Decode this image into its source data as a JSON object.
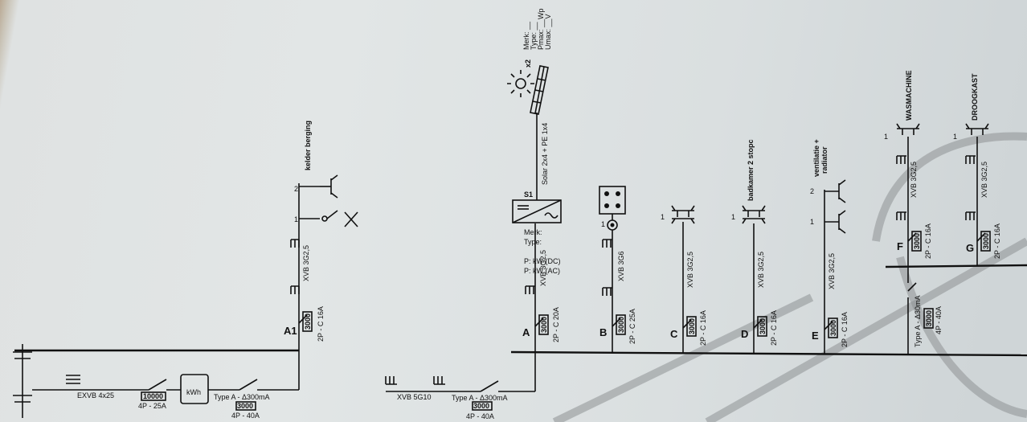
{
  "main_feed": {
    "cable": "EXVB 4x25",
    "main_breaker_rating": "10000",
    "main_breaker_spec": "4P - 25A",
    "meter_label": "kWh",
    "rcd_type": "Type A - Δ300mA",
    "rcd_rating": "3000",
    "rcd_spec": "4P - 40A"
  },
  "group_a1": {
    "letter": "A1",
    "breaker_rating": "3000",
    "breaker_spec": "2P - C 16A",
    "cable": "XVB 3G2,5",
    "point_1": "1",
    "point_2": "2",
    "room": "kelder berging"
  },
  "secondary_feed": {
    "cable": "XVB 5G10",
    "rcd_type": "Type A - Δ300mA",
    "rcd_rating": "3000",
    "rcd_spec": "4P - 40A"
  },
  "group_a": {
    "letter": "A",
    "breaker_rating": "3000",
    "breaker_spec": "2P - C 20A",
    "cable": "XVB 3G2,5",
    "inverter_label": "S1",
    "inverter_merk": "Merk:",
    "inverter_type": "Type:",
    "inverter_p_dc": "P:   kW (DC)",
    "inverter_p_ac": "P:   kW (AC)",
    "solar_cable": "Solar 2x4 + PE 1x4",
    "panel_count": "x2",
    "panel_merk": "Merk: __",
    "panel_type": "Type: __",
    "panel_pmax": "Pmax: __Wp",
    "panel_umax": "Umax: __V"
  },
  "group_b": {
    "letter": "B",
    "breaker_rating": "3000",
    "breaker_spec": "2P - C 25A",
    "cable": "XVB 3G6",
    "point_1": "1"
  },
  "group_c": {
    "letter": "C",
    "breaker_rating": "3000",
    "breaker_spec": "2P - C 16A",
    "cable": "XVB 3G2,5",
    "point_1": "1"
  },
  "group_d": {
    "letter": "D",
    "breaker_rating": "3000",
    "breaker_spec": "2P - C 16A",
    "cable": "XVB 3G2,5",
    "point_1": "1",
    "room": "badkamer 2 stopc"
  },
  "group_e": {
    "letter": "E",
    "breaker_rating": "3000",
    "breaker_spec": "2P - C 16A",
    "cable": "XVB 3G2,5",
    "point_1": "1",
    "point_2": "2",
    "room_line1": "ventilatie +",
    "room_line2": "radiator"
  },
  "sub_rcd": {
    "rcd_type": "Type A - Δ30mA",
    "rcd_rating": "3000",
    "rcd_spec": "4P - 40A"
  },
  "group_f": {
    "letter": "F",
    "breaker_rating": "3000",
    "breaker_spec": "2P - C 16A",
    "cable": "XVB 3G2,5",
    "point_1": "1",
    "room": "WASMACHINE"
  },
  "group_g": {
    "letter": "G",
    "breaker_rating": "3000",
    "breaker_spec": "2P - C 16A",
    "cable": "XVB 3G2,5",
    "point_1": "1",
    "room": "DROOGKAST"
  }
}
